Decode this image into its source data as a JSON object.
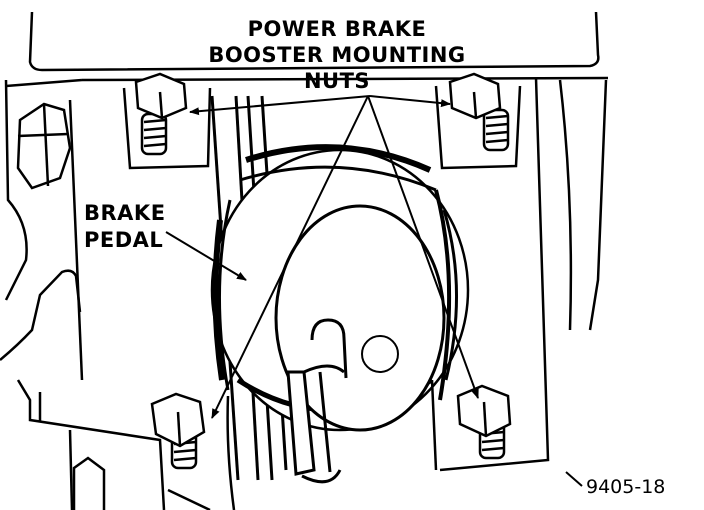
{
  "labels": {
    "booster_nuts_line1": "POWER BRAKE",
    "booster_nuts_line2": "BOOSTER MOUNTING",
    "booster_nuts_line3": "NUTS",
    "brake_pedal_line1": "BRAKE",
    "brake_pedal_line2": "PEDAL",
    "figure_number": "9405-18"
  },
  "colors": {
    "ink": "#000000",
    "paper": "#ffffff"
  }
}
